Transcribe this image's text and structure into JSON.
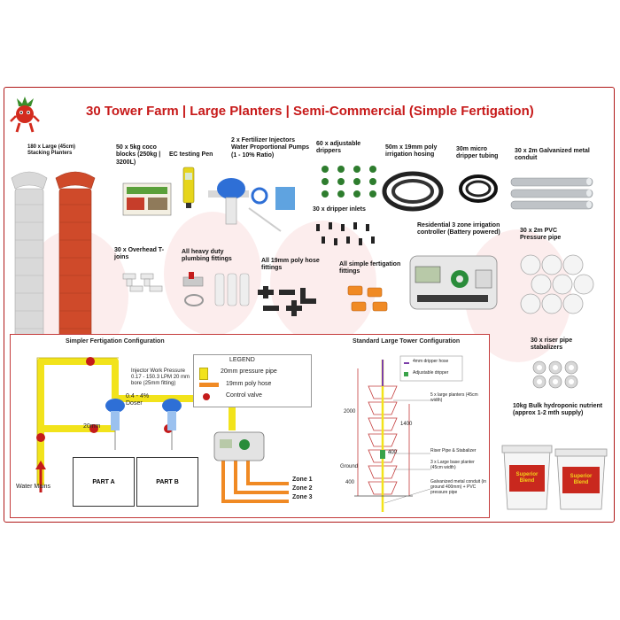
{
  "title": "30 Tower Farm | Large Planters | Semi-Commercial (Simple Fertigation)",
  "items": {
    "planters": "180 x Large (45cm) Stacking Planters",
    "coco": "50 x 5kg coco blocks (250kg | 3200L)",
    "ec_pen": "EC testing Pen",
    "injectors": "2 x Fertilizer Injectors Water Proportional Pumps (1 - 10% Ratio)",
    "drippers": "60 x adjustable drippers",
    "poly_hose": "50m x 19mm poly irrigation hosing",
    "micro_tube": "30m micro dripper tubing",
    "conduit": "30 x 2m Galvanized metal conduit",
    "dripper_inlets": "30 x dripper inlets",
    "controller": "Residential 3 zone irrigation controller (Battery powered)",
    "pvc": "30 x 2m PVC Pressure pipe",
    "tjoins": "30 x Overhead T-joins",
    "plumbing": "All heavy duty plumbing fittings",
    "hose_fittings": "All 19mm poly hose fittings",
    "fert_fittings": "All simple fertigation fittings",
    "stabalizers": "30 x riser pipe stabalizers",
    "nutrient": "10kg Bulk hydroponic nutrient (approx 1-2 mth supply)",
    "nutrient_tub": "Superior Blend"
  },
  "fertigation": {
    "title": "Simpler Fertigation Configuration",
    "pressure_note": "Injector Work Pressure 0.17 - 150.3 LPM 20 mm bore (25mm fitting)",
    "doser": "0.4 - 4% Doser",
    "mm20": "20mm",
    "water_mains": "Water Mains",
    "part_a": "PART A",
    "part_b": "PART B",
    "legend_title": "LEGEND",
    "legend_pressure": "20mm pressure pipe",
    "legend_poly": "19mm poly hose",
    "legend_valve": "Control valve",
    "zone1": "Zone 1",
    "zone2": "Zone 2",
    "zone3": "Zone 3"
  },
  "tower": {
    "title": "Standard Large Tower Configuration",
    "legend_dripper_hose": "4mm dripper hose",
    "legend_adjustable": "Adjustable dripper",
    "planters": "5 x large planters (45cm width)",
    "riser": "Riser Pipe & Stabalizer",
    "base": "3 x Large base planter (45cm width)",
    "conduit": "Galvanized metal conduit (in ground 400mm) + PVC pressure pipe",
    "dim_2000": "2000",
    "dim_1400": "1400",
    "dim_400a": "400",
    "dim_400b": "400",
    "ground": "Ground"
  },
  "colors": {
    "title": "#c71a1a",
    "pressure_pipe": "#f2e31b",
    "poly_hose": "#f08a24",
    "valve": "#c41b1b",
    "doser": "#2e6fd6",
    "planter_red": "#cf4a2a",
    "planter_grey": "#cfcfcf"
  }
}
